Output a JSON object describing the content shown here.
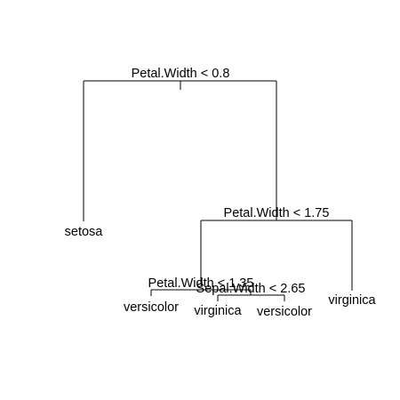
{
  "tree": {
    "colors": {
      "line": "#000000",
      "text": "#000000",
      "background": "#ffffff"
    },
    "splits": {
      "root": "Petal.Width < 0.8",
      "right": "Petal.Width < 1.75",
      "right_left": "Petal.Width < 1.35",
      "right_left_right": "Sepal.Width < 2.65"
    },
    "leaves": {
      "setosa": "setosa",
      "versicolor_a": "versicolor",
      "virginica_a": "virginica",
      "versicolor_b": "versicolor",
      "virginica_b": "virginica"
    }
  }
}
